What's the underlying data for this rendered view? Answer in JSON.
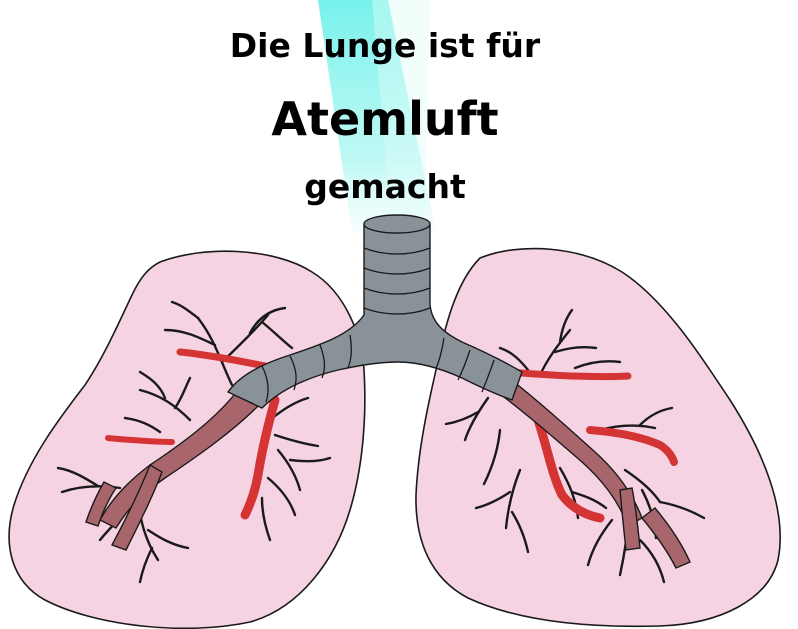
{
  "heading": {
    "line1": "Die Lunge ist für",
    "line2": "Atemluft",
    "line3": "gemacht"
  },
  "colors": {
    "lung_fill": "#f6d3e2",
    "outline": "#1a1a1a",
    "trachea": "#8a9299",
    "bronchus": "#a8666c",
    "artery": "#d53434",
    "bronchiole": "#1a1a1a",
    "airflow": "#6ff1ea"
  },
  "icons": {
    "figure": "lungs-illustration",
    "air": "airflow-stream"
  }
}
